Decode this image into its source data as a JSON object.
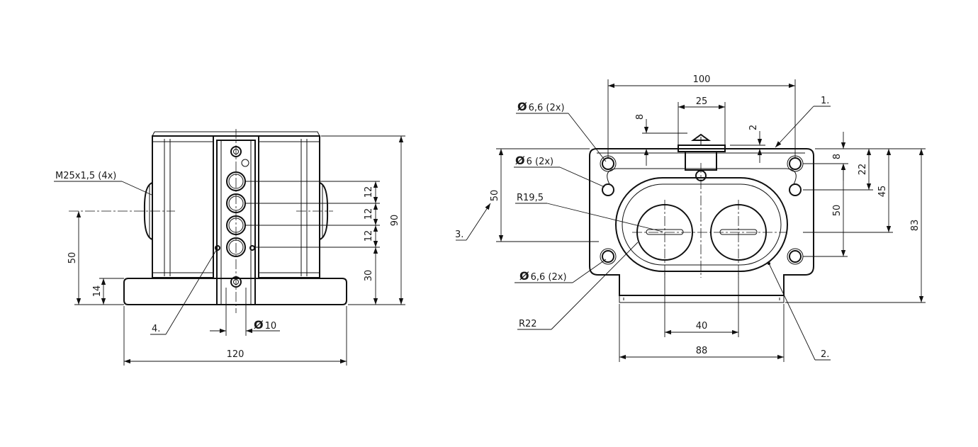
{
  "front_view": {
    "callout_thread": "M25x1,5 (4x)",
    "callout_item": "4.",
    "dims": {
      "width": "120",
      "height": "90",
      "axis_height": "50",
      "base_height": "14",
      "hole_dia": "10",
      "lower": "30",
      "pitch_1": "12",
      "pitch_2": "12",
      "pitch_3": "12"
    }
  },
  "side_view": {
    "callouts": {
      "item_1": "1.",
      "item_2": "2.",
      "item_3": "3."
    },
    "labels": {
      "hole_top": "6,6 (2x)",
      "hole_mid": "6 (2x)",
      "hole_bottom": "6,6 (2x)",
      "radius_inner": "R19,5",
      "radius_outer": "R22"
    },
    "dims": {
      "width_top": "100",
      "slot_width": "25",
      "left_offset": "8",
      "right_offset": "2",
      "right_8": "8",
      "right_22": "22",
      "right_45": "45",
      "right_50": "50",
      "right_83": "83",
      "left_50": "50",
      "bottom_40": "40",
      "bottom_88": "88"
    }
  },
  "diameter_symbol": "Ø"
}
